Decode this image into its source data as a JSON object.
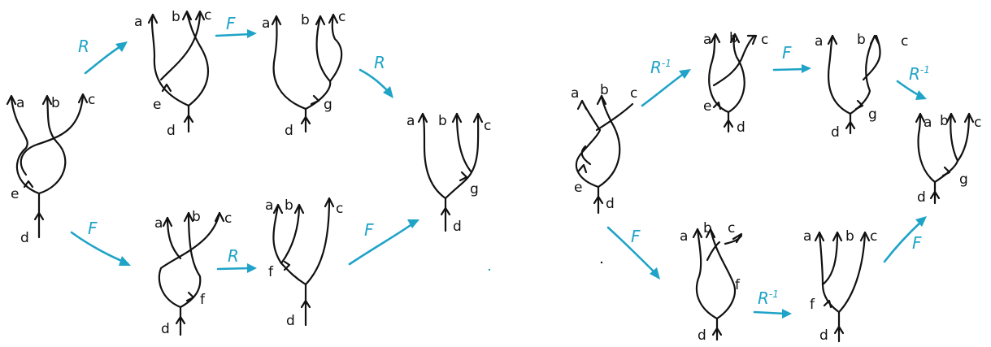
{
  "colors": {
    "ink": "#111111",
    "accent": "#1fa3c7"
  },
  "labels": {
    "a": "a",
    "b": "b",
    "c": "c",
    "d": "d",
    "e": "e",
    "f": "f",
    "g": "g"
  },
  "morphisms": {
    "R": "R",
    "F": "F",
    "R_inv_base": "R",
    "R_inv_exp": "-1"
  }
}
